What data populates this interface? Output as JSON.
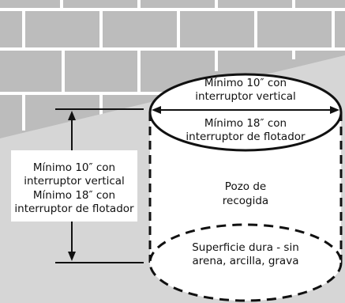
{
  "diagram": {
    "top_ellipse_text": {
      "line1": "Mínimo 10″ con",
      "line2": "interruptor vertical",
      "line3": "Mínimo 18″ con",
      "line4": "interruptor de flotador"
    },
    "side_text": {
      "line1": "Mínimo 10″ con",
      "line2": "interruptor vertical",
      "line3": "Mínimo 18″ con",
      "line4": "interruptor de flotador"
    },
    "center_text": {
      "line1": "Pozo de",
      "line2": "recogida"
    },
    "bottom_ellipse_text": {
      "line1": "Superficie dura - sin",
      "line2": "arena, arcilla, grava"
    }
  },
  "colors": {
    "wall_gray": "#bdbdbd",
    "floor_gray": "#d9d9d9",
    "line": "#111111",
    "background": "#ffffff"
  }
}
